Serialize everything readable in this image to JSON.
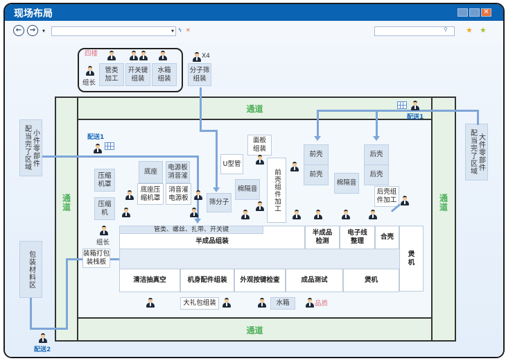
{
  "window": {
    "title": "现场布局",
    "controls": [
      "minimize",
      "restore",
      "close"
    ]
  },
  "toolbar": {
    "back": "←",
    "forward": "→",
    "address_value": "",
    "search_value": "",
    "search_icon": "search-icon",
    "favorites_icon": "star-icon",
    "add_favorite_icon": "add-star-icon"
  },
  "layout": {
    "floor4": {
      "label": "四楼",
      "leader": "组长",
      "stations": [
        "管类\n加工",
        "开关键\n组装",
        "水箱\n组装"
      ]
    },
    "sieve_assembly": {
      "label": "分子筛\n组装",
      "multiplier": "X4"
    },
    "aisle_label": "通道",
    "aisle_vertical": "通\n道",
    "small_parts": "小件零部件\n配当完了区域",
    "large_parts": "大件零部件\n配当完了区域",
    "packing_material": "包装材料区",
    "delivery1": "配送1",
    "delivery2": "配送2",
    "stations": {
      "compressor_cover": "压缩\n机罩",
      "compressor": "压缩\n机",
      "base": "底座",
      "power_muffler": "电源板\n消音漼",
      "base_compressor_cover": "底座压\n缩机罩",
      "muffler_power": "消音漼\n电源板",
      "u_pipe": "U型管",
      "sieve": "筛分子",
      "insulation1": "棉隔音",
      "panel_assembly": "面板\n组装",
      "front_shell_process": "前壳组件加工",
      "front_shell_a": "前壳",
      "front_shell_b": "前壳",
      "insulation2": "棉隔音",
      "rear_shell_a": "后壳",
      "rear_shell_b": "后壳",
      "rear_shell_process": "后壳组\n件加工"
    },
    "line1": {
      "parts_label": "管类、螺丝、扎带、开关键",
      "main": "半成品组装",
      "inspect": "半成品\n检测",
      "wire": "电子线\n整理",
      "close_shell": "合壳",
      "burn_in": "煲\n机"
    },
    "leader2": "组长",
    "packing_pallet": "装箱打包\n装栈板",
    "line2": [
      "清洁抽真空",
      "机身配件组装",
      "外观按键检查",
      "成品测试",
      "煲机"
    ],
    "gift_pack": "大礼包组装",
    "water_tank": "水箱",
    "quality": "品质"
  }
}
